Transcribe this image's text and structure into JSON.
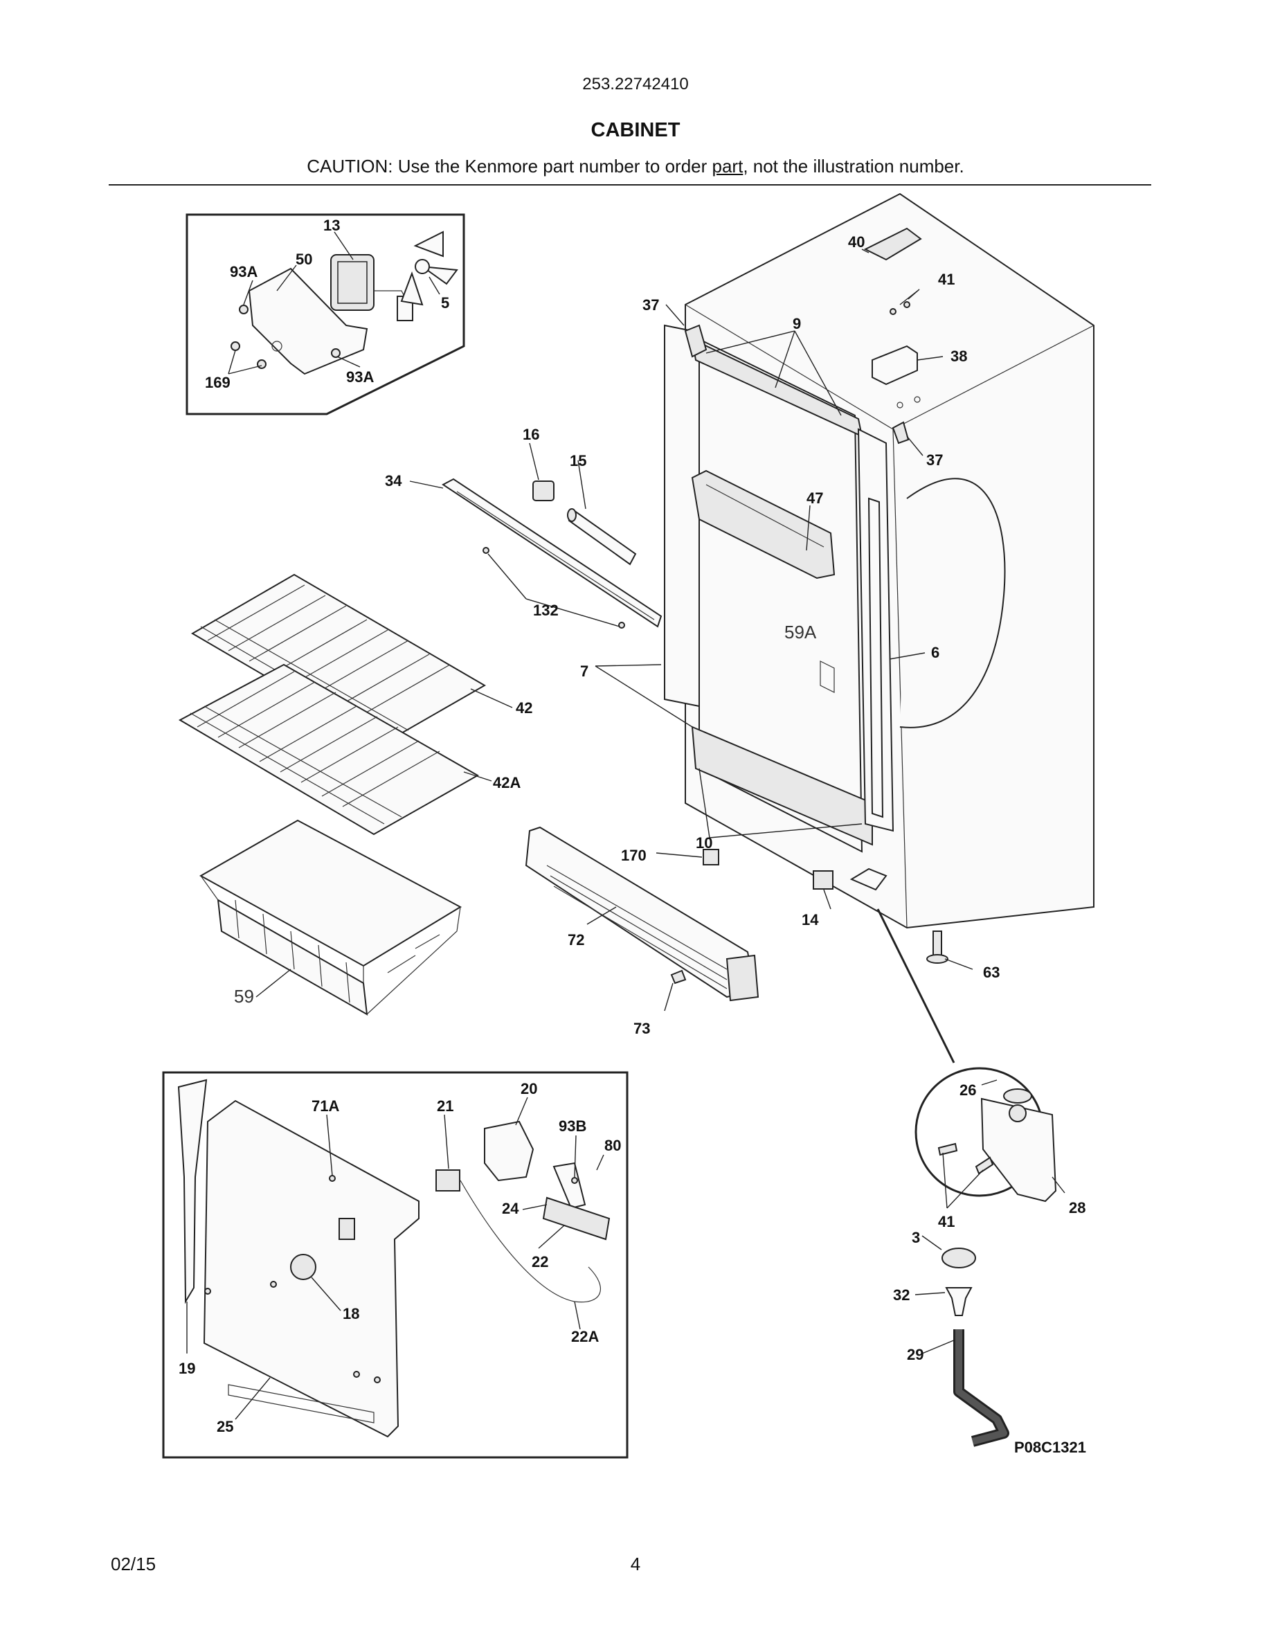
{
  "header": {
    "model_number": "253.22742410",
    "section_title": "CABINET",
    "caution_before": "CAUTION: Use the Kenmore part number to order ",
    "caution_underlined": "part",
    "caution_after": ", not the illustration number."
  },
  "footer": {
    "date": "02/15",
    "page_number": "4"
  },
  "diagram": {
    "drawing_number": "P08C1321",
    "callouts": {
      "c13": "13",
      "c93a_top": "93A",
      "c50": "50",
      "c5": "5",
      "c169": "169",
      "c93a_bottom": "93A",
      "c40": "40",
      "c41_top": "41",
      "c37_top": "37",
      "c9": "9",
      "c38": "38",
      "c37_right": "37",
      "c16": "16",
      "c15": "15",
      "c34": "34",
      "c47": "47",
      "c132": "132",
      "c59a": "59A",
      "c6": "6",
      "c7": "7",
      "c42": "42",
      "c42a": "42A",
      "c10": "10",
      "c170": "170",
      "c14": "14",
      "c72": "72",
      "c63": "63",
      "c59": "59",
      "c73": "73",
      "c20": "20",
      "c71a": "71A",
      "c21": "21",
      "c93b": "93B",
      "c80": "80",
      "c24": "24",
      "c22": "22",
      "c18": "18",
      "c22a": "22A",
      "c19": "19",
      "c25": "25",
      "c26": "26",
      "c41_inset": "41",
      "c28": "28",
      "c3": "3",
      "c32": "32",
      "c29": "29"
    }
  }
}
